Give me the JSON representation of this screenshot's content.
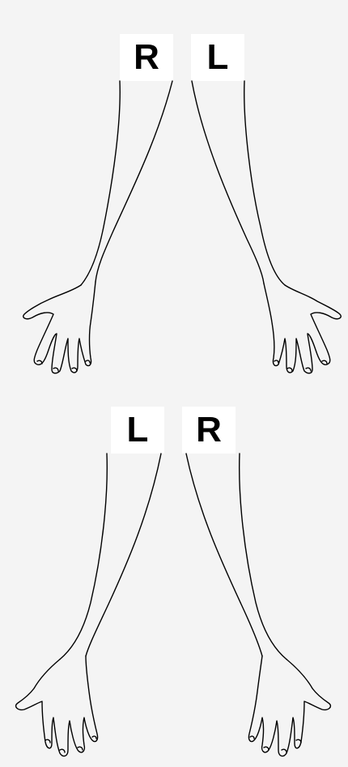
{
  "top_view": {
    "label_left": "R",
    "label_right": "L"
  },
  "bottom_view": {
    "label_left": "L",
    "label_right": "R"
  },
  "colors": {
    "background": "#f4f4f4",
    "label_background": "#ffffff",
    "outline": "#000000"
  }
}
